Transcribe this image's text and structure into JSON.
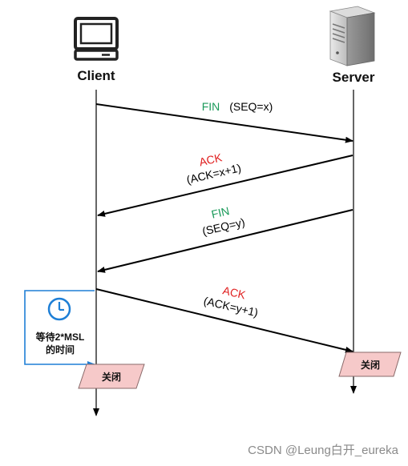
{
  "actors": {
    "client": {
      "label": "Client",
      "icon": "computer-monitor-icon"
    },
    "server": {
      "label": "Server",
      "icon": "server-tower-icon"
    }
  },
  "messages": [
    {
      "id": "m1",
      "direction": "client-to-server",
      "parts": [
        {
          "text": "FIN",
          "color": "#1a9a5a"
        },
        {
          "text": "(SEQ=x)",
          "color": "#000000"
        }
      ]
    },
    {
      "id": "m2",
      "direction": "server-to-client",
      "parts": [
        {
          "text": "ACK",
          "color": "#e02020"
        },
        {
          "text": "(ACK=x+1)",
          "color": "#000000"
        }
      ]
    },
    {
      "id": "m3",
      "direction": "server-to-client",
      "parts": [
        {
          "text": "FIN",
          "color": "#1a9a5a"
        },
        {
          "text": "(SEQ=y)",
          "color": "#000000"
        }
      ]
    },
    {
      "id": "m4",
      "direction": "client-to-server",
      "parts": [
        {
          "text": "ACK",
          "color": "#e02020"
        },
        {
          "text": "(ACK=y+1)",
          "color": "#000000"
        }
      ]
    }
  ],
  "wait_box": {
    "line1": "等待2*MSL",
    "line2": "的时间",
    "icon": "clock-icon",
    "border_color": "#1e7fd6"
  },
  "close_labels": {
    "client": "关闭",
    "server": "关闭",
    "fill": "#f6c9c9",
    "stroke": "#8a6a6a"
  },
  "watermark": "CSDN @Leung白开_eureka"
}
